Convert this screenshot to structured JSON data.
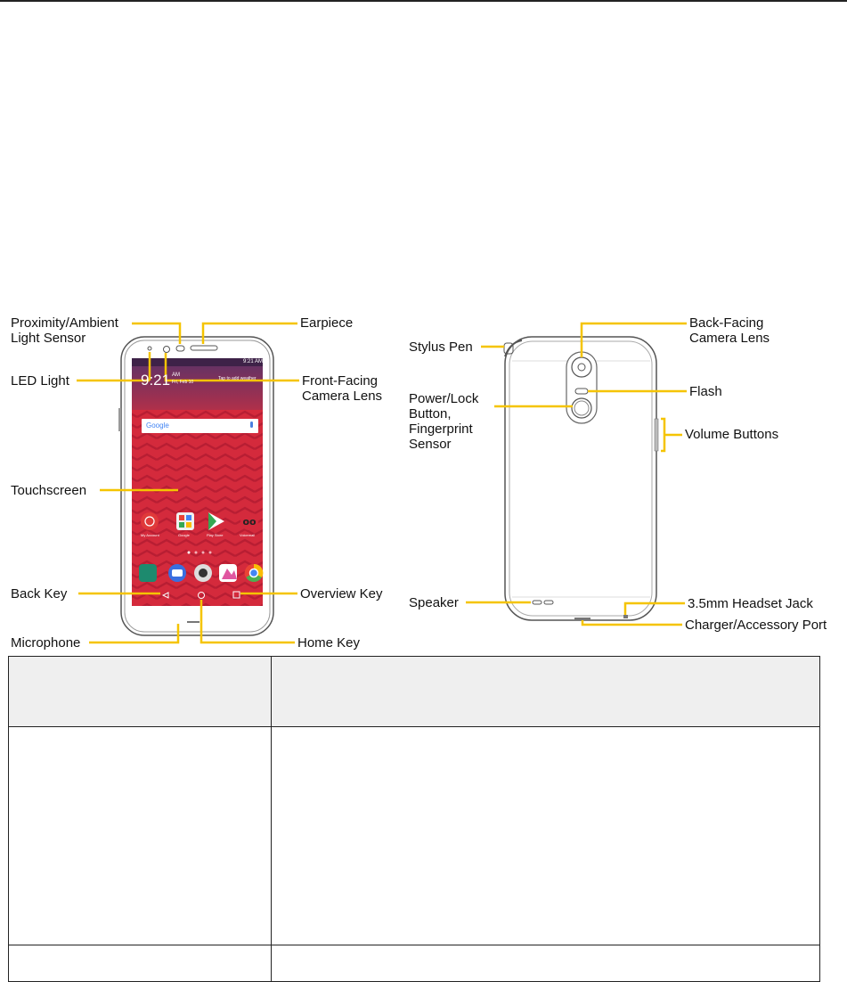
{
  "callouts": {
    "proximity_sensor": "Proximity/Ambient\nLight Sensor",
    "led_light": "LED Light",
    "touchscreen": "Touchscreen",
    "back_key": "Back Key",
    "microphone": "Microphone",
    "earpiece": "Earpiece",
    "front_camera": "Front-Facing\nCamera Lens",
    "overview_key": "Overview Key",
    "home_key": "Home Key",
    "stylus_pen": "Stylus Pen",
    "power_lock": "Power/Lock\nButton,\nFingerprint\nSensor",
    "speaker": "Speaker",
    "back_camera": "Back-Facing\nCamera Lens",
    "flash": "Flash",
    "volume_buttons": "Volume Buttons",
    "headset_jack": "3.5mm Headset Jack",
    "charger_port": "Charger/Accessory Port"
  },
  "phone_screen": {
    "time_status": "9:21 AM",
    "clock": "9:21",
    "clock_ampm": "AM",
    "date": "Fri, Feb 10",
    "weather_prompt": "Tap to add weather",
    "search_logo": "Google",
    "apps": [
      "My Account",
      "Google",
      "Play Store",
      "Voicemail"
    ]
  },
  "colors": {
    "callout_line": "#f5c400",
    "screen_red": "#d42a3c",
    "screen_purple": "#5a3268"
  }
}
